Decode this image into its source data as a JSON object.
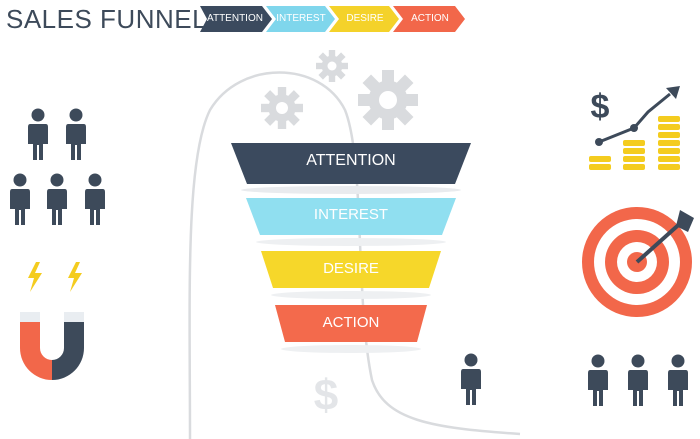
{
  "header": {
    "title": "SALES FUNNEL",
    "steps": [
      {
        "label": "ATTENTION",
        "color": "#3b4a5e"
      },
      {
        "label": "INTEREST",
        "color": "#7fd6ec"
      },
      {
        "label": "DESIRE",
        "color": "#f4d22a"
      },
      {
        "label": "ACTION",
        "color": "#f2674a"
      }
    ]
  },
  "funnel": {
    "stages": [
      {
        "label": "ATTENTION",
        "color": "#3b4a5e"
      },
      {
        "label": "INTEREST",
        "color": "#90dff0"
      },
      {
        "label": "DESIRE",
        "color": "#f6d72a"
      },
      {
        "label": "ACTION",
        "color": "#f36a4c"
      }
    ]
  },
  "icons": {
    "dollar": "$",
    "curve_dollar": "$"
  },
  "colors": {
    "text_dark": "#3d4a5a",
    "gear": "#d9dbde",
    "coin": "#f4cc1f",
    "target_red": "#f2674a",
    "person": "#3d4a5a"
  }
}
